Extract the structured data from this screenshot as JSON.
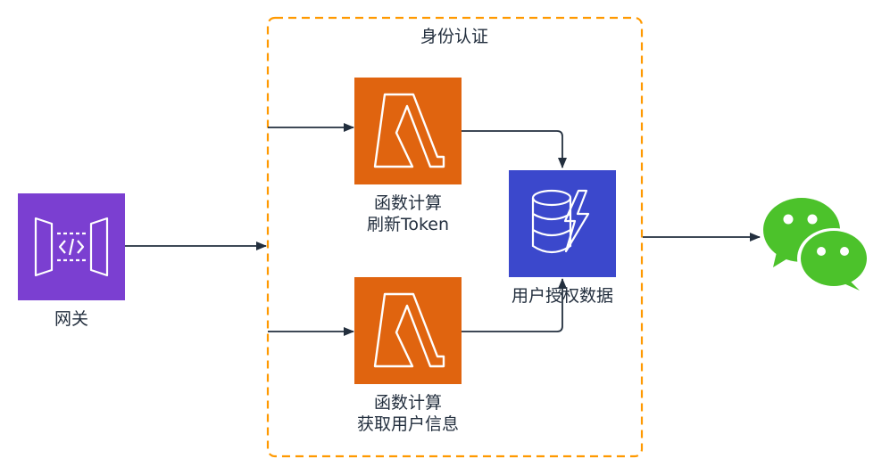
{
  "group": {
    "title": "身份认证",
    "border_color": "#ff9900"
  },
  "nodes": {
    "gateway": {
      "label": "网关",
      "color": "#7b3fd1",
      "icon": "api-gateway-icon"
    },
    "refresh_fn": {
      "label_line1": "函数计算",
      "label_line2": "刷新Token",
      "color": "#e0640f",
      "icon": "lambda-icon"
    },
    "userinfo_fn": {
      "label_line1": "函数计算",
      "label_line2": "获取用户信息",
      "color": "#e0640f",
      "icon": "lambda-icon"
    },
    "auth_db": {
      "label": "用户授权数据",
      "color": "#3b48cc",
      "icon": "dynamodb-icon"
    },
    "wechat": {
      "color": "#4cc22b",
      "icon": "wechat-icon"
    }
  },
  "colors": {
    "arrow": "#232f3e",
    "label_text": "#232f3e"
  }
}
